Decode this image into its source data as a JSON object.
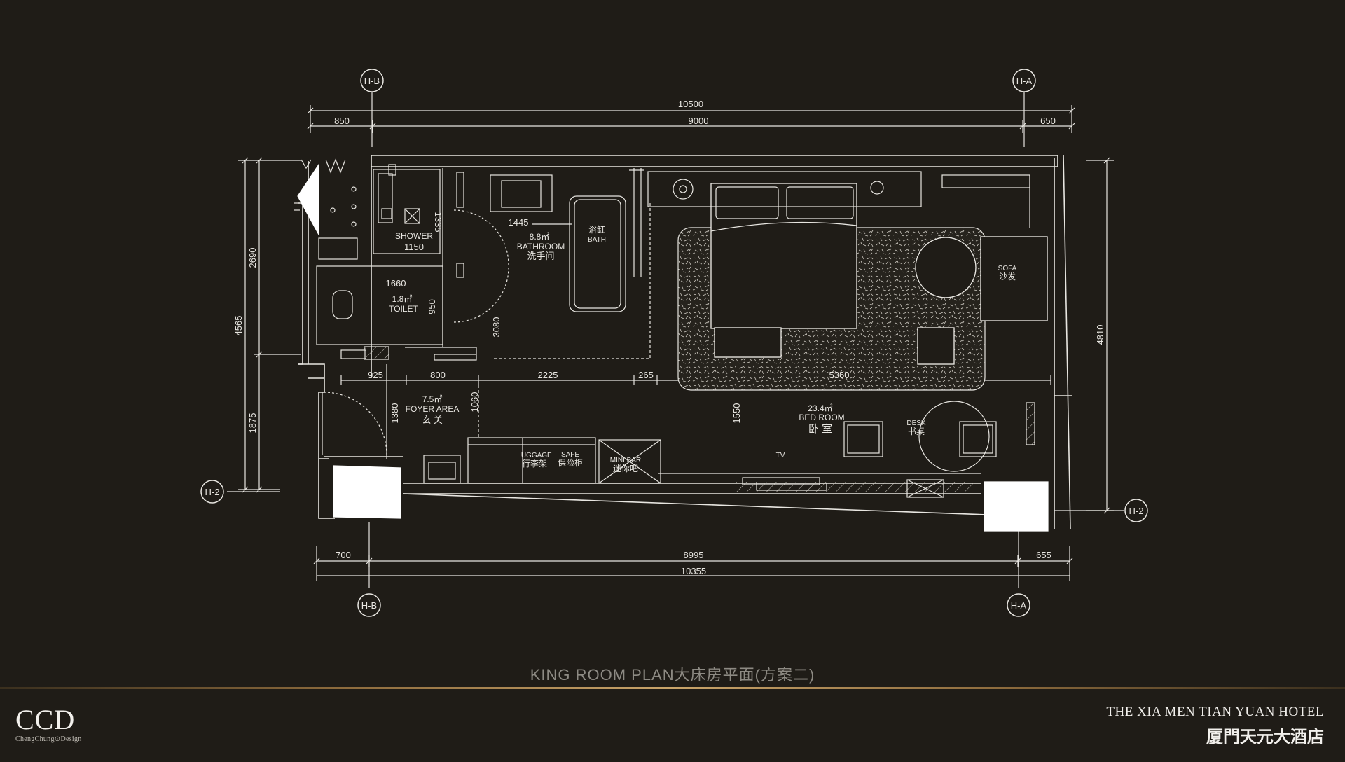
{
  "plan": {
    "dims": {
      "top_total": "10500",
      "top_left": "850",
      "top_mid": "9000",
      "top_right": "650",
      "bottom_left": "700",
      "bottom_mid": "8995",
      "bottom_right": "655",
      "bottom_total": "10355",
      "left_total": "4565",
      "left_upper": "2690",
      "left_lower": "1875",
      "right_total": "4810",
      "mid_925": "925",
      "mid_800": "800",
      "mid_2225": "2225",
      "mid_265": "265",
      "mid_5360": "5360",
      "shower_w": "1150",
      "shower_h": "1335",
      "wc_w": "1660",
      "wc_h": "950",
      "vanity_w": "1445",
      "bath_h": "3080",
      "foyer_h": "1380",
      "foyer_h2": "1060",
      "bed_h": "1550"
    },
    "grid": {
      "hb": "H-B",
      "ha": "H-A",
      "h2": "H-2"
    },
    "rooms": {
      "shower_en": "SHOWER",
      "bath_area": "8.8㎡",
      "bathroom_en": "BATHROOM",
      "bathroom_cn": "洗手间",
      "tub_cn": "浴缸",
      "tub_en": "BATH",
      "toilet_area": "1.8㎡",
      "toilet_en": "TOILET",
      "foyer_area": "7.5㎡",
      "foyer_en": "FOYER AREA",
      "foyer_cn": "玄 关",
      "bed_area": "23.4㎡",
      "bed_en": "BED ROOM",
      "bed_cn": "卧 室",
      "sofa_en": "SOFA",
      "sofa_cn": "沙发",
      "desk_en": "DESK",
      "desk_cn": "书桌",
      "luggage_en": "LUGGAGE",
      "luggage_cn": "行李架",
      "safe_en": "SAFE",
      "safe_cn": "保险柜",
      "minibar_en": "MINI BAR",
      "minibar_cn": "迷你吧",
      "tv": "TV"
    }
  },
  "footer": {
    "plan_title": "KING ROOM PLAN大床房平面(方案二)",
    "logo_main": "CCD",
    "logo_sub": "ChengChung⊙Design",
    "hotel_en": "THE XIA MEN TIAN YUAN HOTEL",
    "hotel_cn": "厦門天元大酒店"
  },
  "colors": {
    "background": "#1f1c17",
    "line": "#e8e6e1",
    "divider_gold": "#c9a46a"
  }
}
